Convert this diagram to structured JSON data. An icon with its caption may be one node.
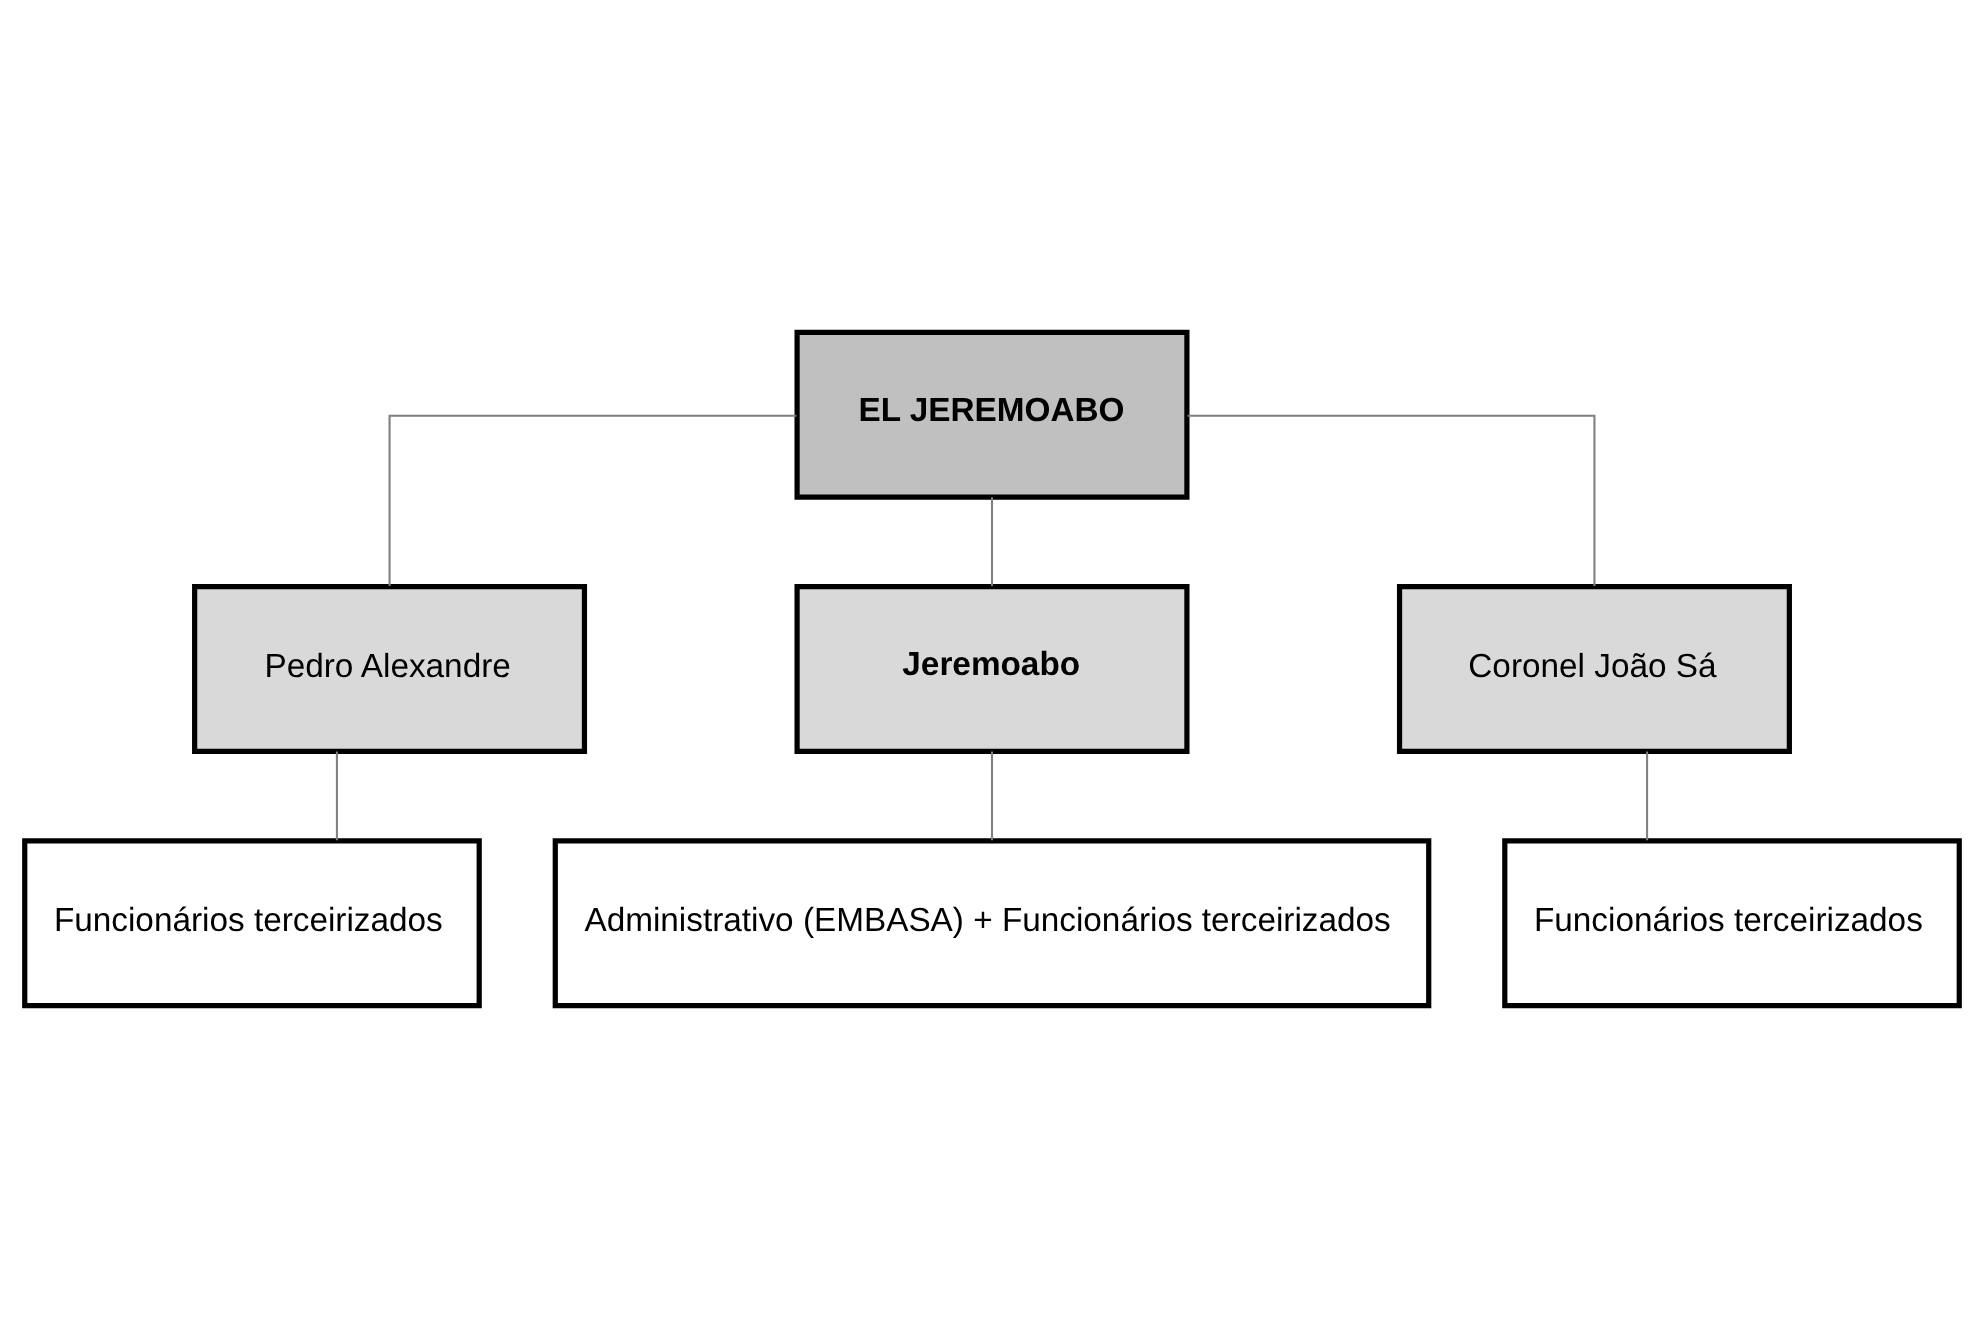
{
  "diagram": {
    "nodes": [
      {
        "text": [
          "EL JEREMOABO"
        ]
      },
      {
        "text": [
          "Pedro Alexandre"
        ]
      },
      {
        "text": [
          "Jeremoabo"
        ]
      },
      {
        "text": [
          "Coronel João Sá"
        ]
      },
      {
        "text": [
          "Funcionários terceirizados"
        ]
      },
      {
        "text": [
          "Administrativo (EMBASA) + Funcionários terceirizados"
        ]
      },
      {
        "text": [
          "Funcionários terceirizados"
        ]
      }
    ],
    "edges": [
      {
        "from": 0,
        "to": 1,
        "arrow": "none"
      },
      {
        "from": 0,
        "to": 2,
        "arrow": "none"
      },
      {
        "from": 0,
        "to": 3,
        "arrow": "none"
      },
      {
        "from": 1,
        "to": 4,
        "arrow": "none"
      },
      {
        "from": 2,
        "to": 5,
        "arrow": "none"
      },
      {
        "from": 3,
        "to": 6,
        "arrow": "none"
      }
    ]
  }
}
